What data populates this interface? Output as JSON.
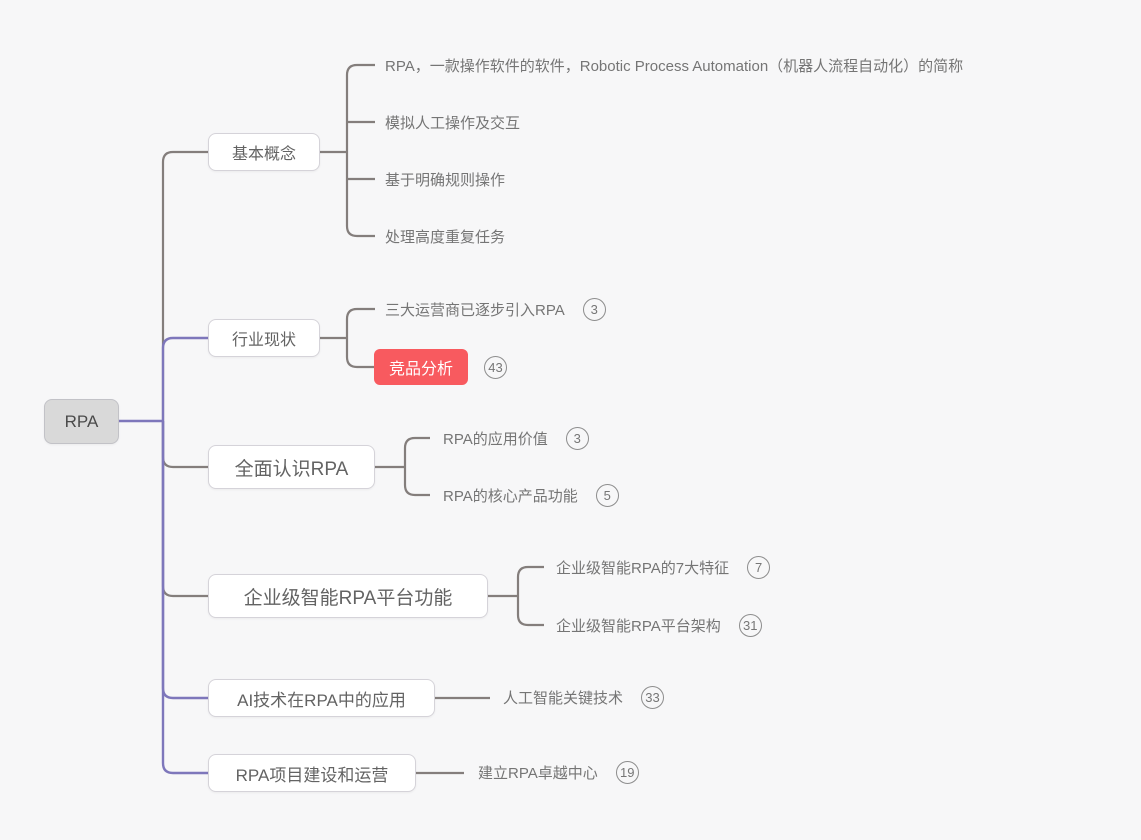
{
  "root": {
    "label": "RPA"
  },
  "colors": {
    "background": "#f7f7f8",
    "branch_purple": "#7e77bb",
    "branch_gray": "#847e7c",
    "highlight_red": "#f85a5f",
    "node_fill": "#ffffff",
    "root_fill": "#d9d9d9"
  },
  "branches": [
    {
      "label": "基本概念",
      "children": [
        {
          "text": "RPA，一款操作软件的软件，Robotic Process Automation（机器人流程自动化）的简称"
        },
        {
          "text": "模拟人工操作及交互"
        },
        {
          "text": "基于明确规则操作"
        },
        {
          "text": "处理高度重复任务"
        }
      ]
    },
    {
      "label": "行业现状",
      "children": [
        {
          "text": "三大运营商已逐步引入RPA",
          "badge": "3"
        },
        {
          "text": "竞品分析",
          "badge": "43",
          "highlight": true
        }
      ]
    },
    {
      "label": "全面认识RPA",
      "children": [
        {
          "text": "RPA的应用价值",
          "badge": "3"
        },
        {
          "text": "RPA的核心产品功能",
          "badge": "5"
        }
      ]
    },
    {
      "label": "企业级智能RPA平台功能",
      "children": [
        {
          "text": "企业级智能RPA的7大特征",
          "badge": "7"
        },
        {
          "text": "企业级智能RPA平台架构",
          "badge": "31"
        }
      ]
    },
    {
      "label": "AI技术在RPA中的应用",
      "children": [
        {
          "text": "人工智能关键技术",
          "badge": "33"
        }
      ]
    },
    {
      "label": "RPA项目建设和运营",
      "children": [
        {
          "text": "建立RPA卓越中心",
          "badge": "19"
        }
      ]
    }
  ]
}
